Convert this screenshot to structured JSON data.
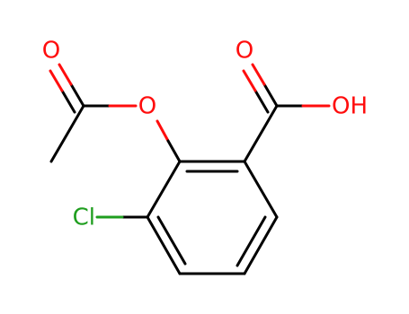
{
  "molecule": {
    "atom_labels": {
      "ester_carbonyl_oxygen": "O",
      "ester_bridge_oxygen": "O",
      "acid_carbonyl_oxygen": "O",
      "hydroxyl": "OH",
      "chlorine": "Cl"
    },
    "colors": {
      "carbon_bond": "#000000",
      "oxygen": "#ff0d0d",
      "chlorine": "#1f9e1f",
      "background": "#ffffff"
    }
  }
}
